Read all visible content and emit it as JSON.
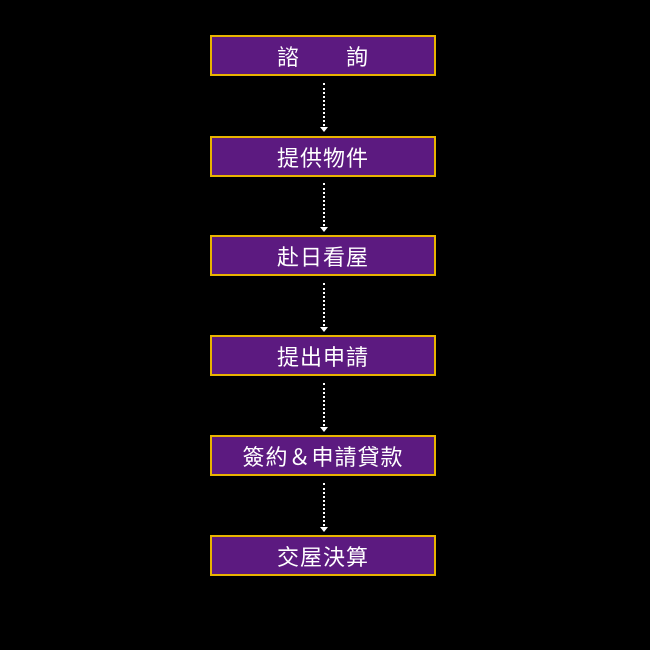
{
  "steps": [
    "諮　　詢",
    "提供物件",
    "赴日看屋",
    "提出申請",
    "簽約＆申請貸款",
    "交屋決算"
  ],
  "colors": {
    "background": "#000000",
    "box_fill": "#5c1a80",
    "box_border": "#e8b400",
    "text": "#ffffff",
    "arrow": "#ffffff"
  }
}
